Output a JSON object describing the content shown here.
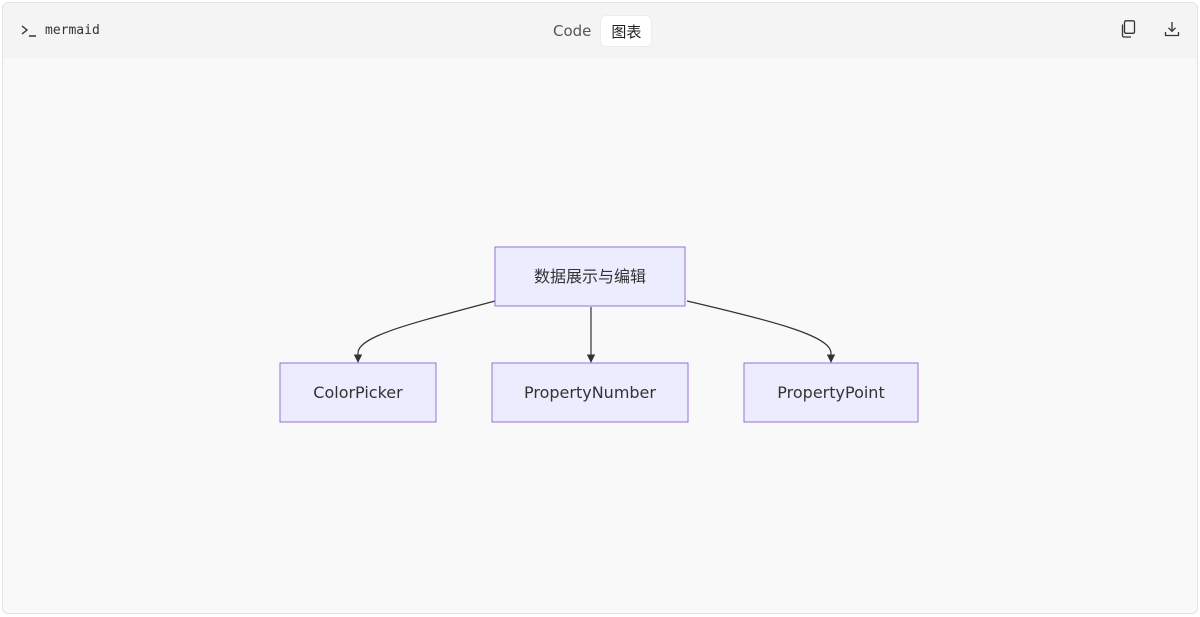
{
  "header": {
    "language_label": "mermaid",
    "tabs": [
      {
        "label": "Code",
        "active": false
      },
      {
        "label": "图表",
        "active": true
      }
    ],
    "actions": [
      {
        "icon": "copy-icon"
      },
      {
        "icon": "download-icon"
      }
    ]
  },
  "diagram": {
    "type": "flowchart",
    "nodes": {
      "root": "数据展示与编辑",
      "child1": "ColorPicker",
      "child2": "PropertyNumber",
      "child3": "PropertyPoint"
    },
    "edges": [
      {
        "from": "root",
        "to": "child1"
      },
      {
        "from": "root",
        "to": "child2"
      },
      {
        "from": "root",
        "to": "child3"
      }
    ],
    "colors": {
      "node_fill": "#ececff",
      "node_stroke": "#9370db",
      "edge": "#333333",
      "text": "#333333"
    }
  }
}
